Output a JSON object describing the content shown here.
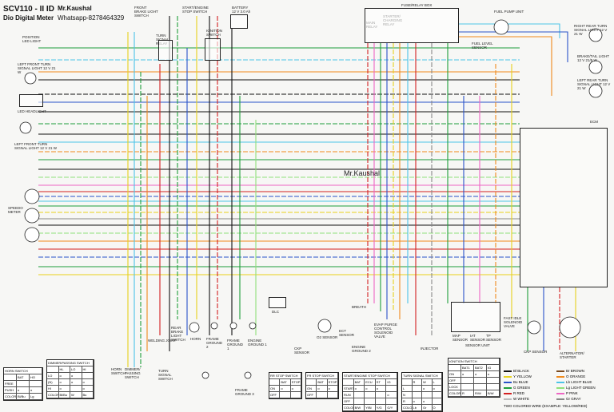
{
  "title": {
    "model": "SCV110 - II ID",
    "meter": "Dio Digital Meter",
    "author": "Mr.Kaushal",
    "whatsapp": "Whatsapp-8278464329"
  },
  "watermark": "Mr.Kaushal",
  "components": {
    "position_light": "POSITION LED LIGHT",
    "left_front_turn": "LEFT FRONT TURN SIGNAL LIGHT 12 V 21 W",
    "led_headlight": "LED HEADLIGHT",
    "left_front_turn2": "LEFT FRONT TURN SIGNAL LIGHT 12 V 21 W",
    "speedometer": "SPEEDO METER",
    "front_brake": "FRONT BRAKE LIGHT SWITCH",
    "starter_stop": "START/ENGINE STOP SWITCH",
    "battery": "BATTERY 12 V 3.0 Ah",
    "turn_relay": "TURN SIGNAL RELAY",
    "ignition": "IGNITION SWITCH",
    "fuse_box": "FUSE/RELAY BOX",
    "main_relay": "MAIN RELAY",
    "starter_relay": "STARTER/ CHARGING RELAY",
    "fuel_pump": "FUEL PUMP UNIT",
    "fuel_level": "FUEL LEVEL SENSOR",
    "right_rear_turn": "RIGHT REAR TURN SIGNAL LIGHT 12 V 21 W",
    "brake_tail": "BRAKE/TAIL LIGHT 12 V 21/5 W",
    "left_rear_turn": "LEFT REAR TURN SIGNAL LIGHT 12 V 21 W",
    "ecm": "ECM",
    "welding_joint": "WELDING JOINT",
    "rear_brake": "REAR BRAKE LIGHT SWITCH",
    "horn": "HORN",
    "frame_ground2": "FRAME GROUND 2",
    "frame_ground1": "FRAME GROUND 1",
    "engine_ground": "ENGINE GROUND 1",
    "dlc": "DLC",
    "o2_sensor": "O2 SENSOR",
    "ckp_sensor": "CKP SENSOR",
    "breath": "BREATH",
    "ect_sensor": "ECT SENSOR",
    "purge_valve": "EVAP PURGE CONTROL SOLENOID VALVE",
    "engine_ground2": "ENGINE GROUND 2",
    "injector": "INJECTOR",
    "map_sensor": "MAP SENSOR",
    "iat_sensor": "IAT SENSOR",
    "tp_sensor": "TP SENSOR",
    "sensor_unit": "SENSOR UNIT",
    "fast_idle": "FAST IDLE SOLENOID VALVE",
    "ckp_sensor2": "CKP SENSOR",
    "alternator": "ALTERNATOR/ STARTER",
    "horn_switch": "HORN SWITCH",
    "dimmer_switch": "DIMMER/ PASSING SWITCH",
    "turn_switch": "TURN SIGNAL SWITCH",
    "frame_ground3": "FRAME GROUND 3"
  },
  "tables": {
    "horn_switch": {
      "title": "HORN SWITCH",
      "header": [
        "",
        "BAT",
        "HO"
      ],
      "rows": [
        [
          "FREE",
          "",
          ""
        ],
        [
          "PUSH",
          "o",
          "o"
        ],
        [
          "COLOR",
          "Bl/Bu",
          "Lg"
        ]
      ]
    },
    "dimmer": {
      "title": "DIMMER/PASSING SWITCH",
      "header": [
        "",
        "HL",
        "LO",
        "HI"
      ],
      "rows": [
        [
          "LO",
          "o",
          "o",
          ""
        ],
        [
          "(N)",
          "o",
          "o",
          "o"
        ],
        [
          "HI",
          "o",
          "",
          "o"
        ],
        [
          "COLOR",
          "Bl/Bu",
          "W",
          "Bu"
        ]
      ]
    },
    "rr_stop": {
      "title": "RR STOP SWITCH",
      "header": [
        "",
        "BAT",
        "STOP"
      ],
      "rows": [
        [
          "ON",
          "o",
          "o"
        ],
        [
          "OFF",
          "",
          ""
        ]
      ]
    },
    "fr_stop": {
      "title": "FR STOP SWITCH",
      "header": [
        "",
        "BAT",
        "STOP"
      ],
      "rows": [
        [
          "ON",
          "o",
          "o"
        ],
        [
          "OFF",
          "",
          ""
        ]
      ]
    },
    "start_stop": {
      "title": "START/ENGINE STOP SWITCH",
      "header": [
        "",
        "BAT",
        "ECU",
        "ST",
        "IG"
      ],
      "rows": [
        [
          "START",
          "o",
          "o",
          "o",
          ""
        ],
        [
          "RUN",
          "",
          "",
          "",
          "o"
        ],
        [
          "OFF",
          "",
          "",
          "",
          ""
        ],
        [
          "COLOR",
          "B/W",
          "Y/Bl",
          "Y/G",
          "G/Y"
        ]
      ]
    },
    "turn_signal": {
      "title": "TURN SIGNAL SWITCH",
      "header": [
        "",
        "R",
        "W",
        "L"
      ],
      "rows": [
        [
          "L",
          "",
          "o",
          "o"
        ],
        [
          "N",
          "",
          "",
          ""
        ],
        [
          "R",
          "o",
          "o",
          ""
        ],
        [
          "COLOR",
          "Lb",
          "Gr",
          "O"
        ]
      ]
    },
    "ignition": {
      "title": "IGNITION SWITCH",
      "header": [
        "",
        "BAT1",
        "BAT2",
        "IG"
      ],
      "rows": [
        [
          "ON",
          "o",
          "o",
          "o"
        ],
        [
          "OFF",
          "",
          "",
          ""
        ],
        [
          "LOCK",
          "",
          "",
          ""
        ],
        [
          "COLOR",
          "R",
          "R/W",
          "B/W"
        ]
      ]
    }
  },
  "legend": {
    "items": [
      {
        "code": "Bl",
        "name": "BLACK",
        "color": "#111111"
      },
      {
        "code": "Y",
        "name": "YELLOW",
        "color": "#e8d21c"
      },
      {
        "code": "Bu",
        "name": "BLUE",
        "color": "#2a53c9"
      },
      {
        "code": "G",
        "name": "GREEN",
        "color": "#1e9e3a"
      },
      {
        "code": "R",
        "name": "RED",
        "color": "#d32020"
      },
      {
        "code": "W",
        "name": "WHITE",
        "color": "#bbbbbb"
      },
      {
        "code": "Br",
        "name": "BROWN",
        "color": "#7a4a1e"
      },
      {
        "code": "O",
        "name": "ORANGE",
        "color": "#f08a1c"
      },
      {
        "code": "Lb",
        "name": "LIGHT BLUE",
        "color": "#4cc4e8"
      },
      {
        "code": "Lg",
        "name": "LIGHT GREEN",
        "color": "#8fe07a"
      },
      {
        "code": "P",
        "name": "PINK",
        "color": "#ee66c4"
      },
      {
        "code": "Gr",
        "name": "GRAY",
        "color": "#888888"
      }
    ],
    "footer": "TWO COLORED WIRE (EXAMPLE: YELLOW/RED)"
  }
}
